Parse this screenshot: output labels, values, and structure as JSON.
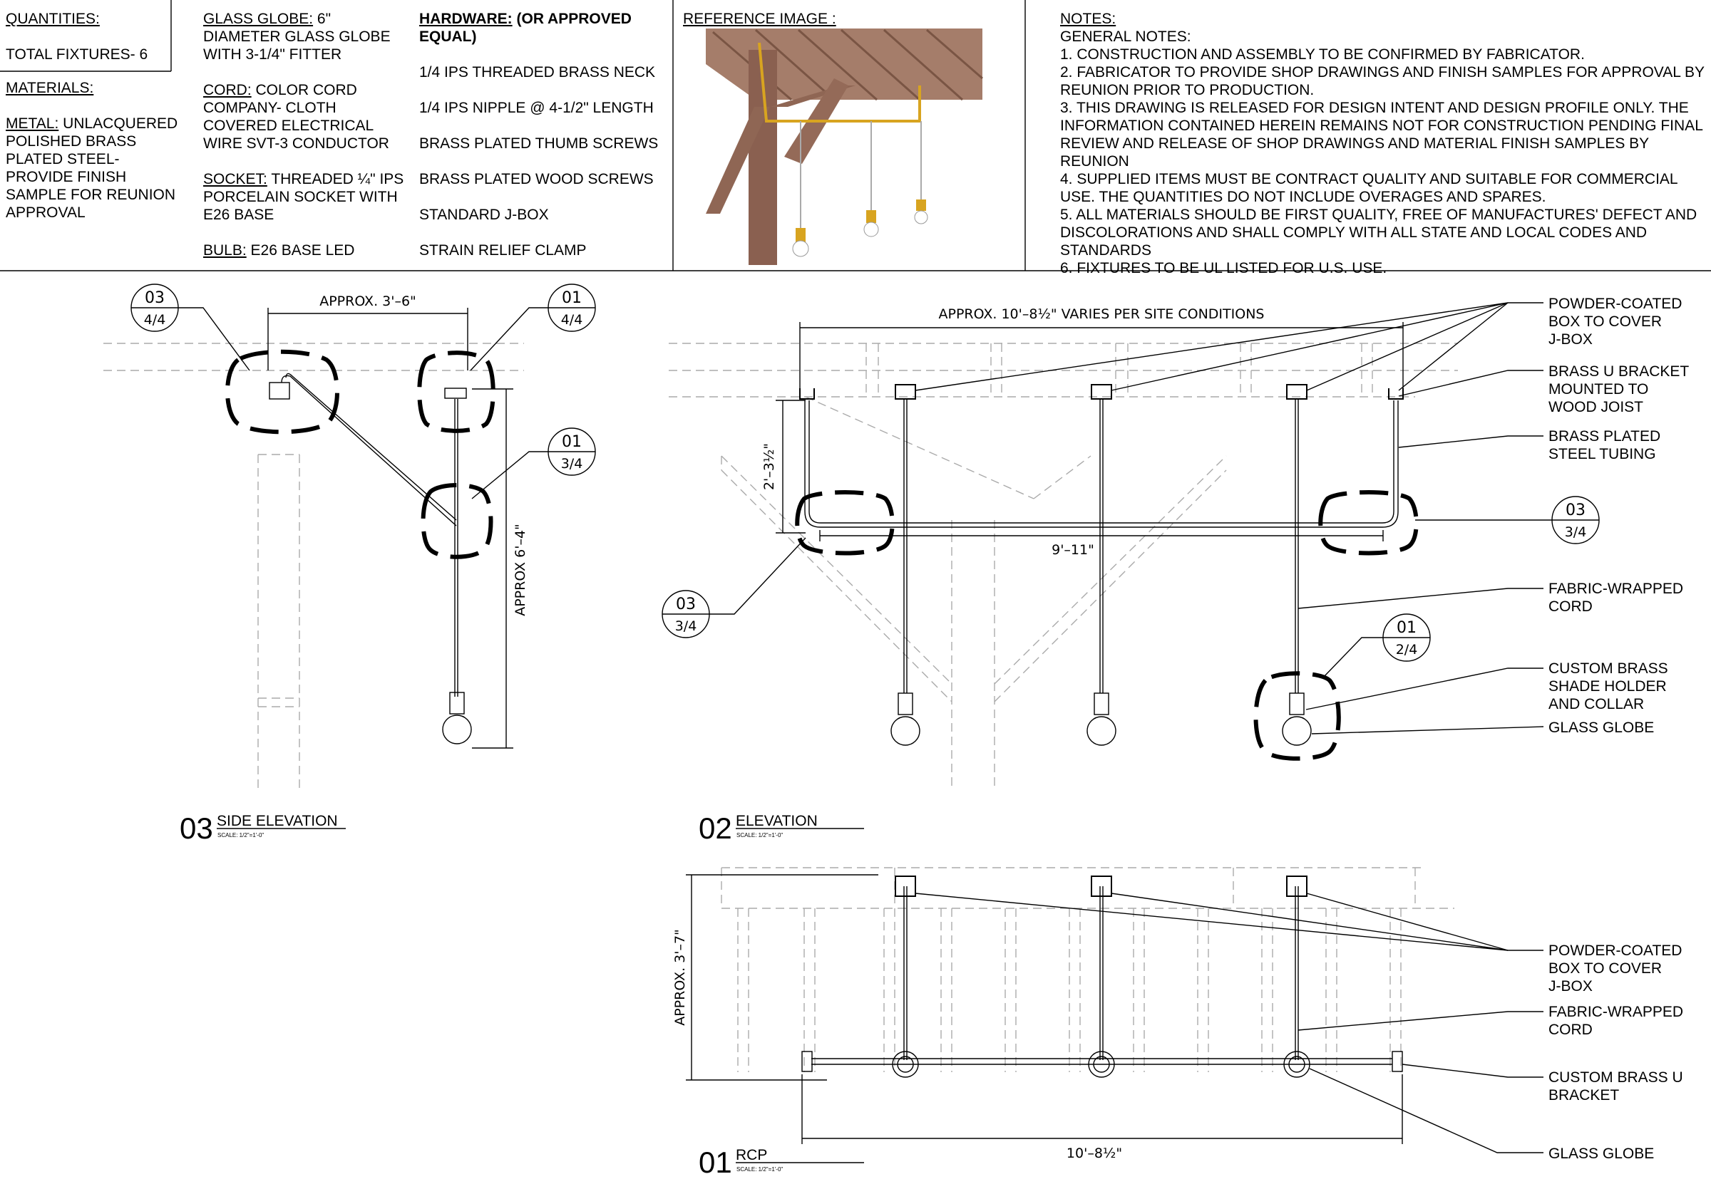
{
  "schedule": {
    "quantities": {
      "heading": "QUANTITIES:",
      "total": "TOTAL FIXTURES- 6"
    },
    "materials": {
      "heading": "MATERIALS:",
      "metal_label": "METAL:",
      "metal_text": " UNLACQUERED POLISHED BRASS PLATED STEEL- PROVIDE FINISH SAMPLE FOR REUNION APPROVAL"
    },
    "globe": {
      "label": "GLASS GLOBE:",
      "text": " 6\" DIAMETER GLASS GLOBE WITH 3-1/4\" FITTER"
    },
    "cord": {
      "label": "CORD:",
      "text": " COLOR CORD COMPANY- CLOTH COVERED ELECTRICAL WIRE SVT-3 CONDUCTOR"
    },
    "socket": {
      "label": "SOCKET:",
      "text": " THREADED ¼\" IPS PORCELAIN SOCKET WITH E26 BASE"
    },
    "bulb": {
      "label": "BULB:",
      "text": " E26 BASE LED"
    },
    "hardware": {
      "label": "HARDWARE:",
      "equal": " (OR APPROVED EQUAL)",
      "items": [
        "1/4 IPS THREADED BRASS NECK",
        "1/4 IPS NIPPLE @ 4-1/2\" LENGTH",
        "BRASS PLATED THUMB SCREWS",
        "BRASS PLATED WOOD SCREWS",
        "STANDARD J-BOX",
        "STRAIN RELIEF CLAMP"
      ]
    },
    "reference": {
      "heading": "REFERENCE IMAGE :"
    },
    "notes": {
      "heading": "NOTES:",
      "sub": "GENERAL NOTES:",
      "items": [
        "1. CONSTRUCTION AND ASSEMBLY TO BE CONFIRMED BY FABRICATOR.",
        "2. FABRICATOR TO PROVIDE SHOP DRAWINGS AND FINISH SAMPLES FOR APPROVAL BY REUNION PRIOR TO PRODUCTION.",
        "3. THIS DRAWING IS RELEASED FOR DESIGN INTENT AND DESIGN PROFILE ONLY.  THE INFORMATION CONTAINED HEREIN REMAINS NOT FOR CONSTRUCTION PENDING FINAL REVIEW AND RELEASE OF SHOP DRAWINGS AND MATERIAL FINISH SAMPLES BY REUNION",
        "4. SUPPLIED ITEMS MUST BE CONTRACT QUALITY AND SUITABLE FOR COMMERCIAL USE. THE QUANTITIES DO NOT INCLUDE OVERAGES AND SPARES.",
        "5. ALL MATERIALS SHOULD BE FIRST QUALITY, FREE OF MANUFACTURES' DEFECT AND DISCOLORATIONS AND SHALL COMPLY WITH ALL STATE AND LOCAL CODES AND STANDARDS",
        "6. FIXTURES TO BE UL LISTED FOR U.S. USE."
      ]
    }
  },
  "side_elevation": {
    "title_num": "03",
    "title": "SIDE ELEVATION",
    "scale": "SCALE: 1/2\"=1'-0\"",
    "dim_width": "APPROX. 3'–6\"",
    "dim_height": "APPROX  6'–4\"",
    "tags": [
      {
        "top": "03",
        "bottom": "4/4"
      },
      {
        "top": "01",
        "bottom": "4/4"
      },
      {
        "top": "01",
        "bottom": "3/4"
      }
    ]
  },
  "elevation": {
    "title_num": "02",
    "title": "ELEVATION",
    "scale": "SCALE: 1/2\"=1'-0\"",
    "dim_width": "APPROX. 10'–8½\"  VARIES PER SITE CONDITIONS",
    "dim_height": "2'–3½\"",
    "dim_inner": "9'–11\"",
    "tags": [
      {
        "top": "03",
        "bottom": "3/4"
      },
      {
        "top": "03",
        "bottom": "3/4"
      },
      {
        "top": "01",
        "bottom": "2/4"
      }
    ],
    "callouts": [
      "POWDER-COATED\nBOX TO COVER\nJ-BOX",
      "BRASS U BRACKET\nMOUNTED TO\nWOOD JOIST",
      " BRASS PLATED\nSTEEL TUBING",
      "FABRIC-WRAPPED\nCORD",
      "CUSTOM BRASS\nSHADE HOLDER\nAND COLLAR",
      "GLASS GLOBE"
    ]
  },
  "rcp": {
    "title_num": "01",
    "title": "RCP",
    "scale": "SCALE: 1/2\"=1'-0\"",
    "dim_height": "APPROX.  3'–7\"",
    "dim_width": "10'–8½\"",
    "callouts": [
      "POWDER-COATED\nBOX TO COVER\nJ-BOX",
      "FABRIC-WRAPPED\nCORD",
      "CUSTOM BRASS U\nBRACKET",
      "GLASS GLOBE"
    ]
  }
}
